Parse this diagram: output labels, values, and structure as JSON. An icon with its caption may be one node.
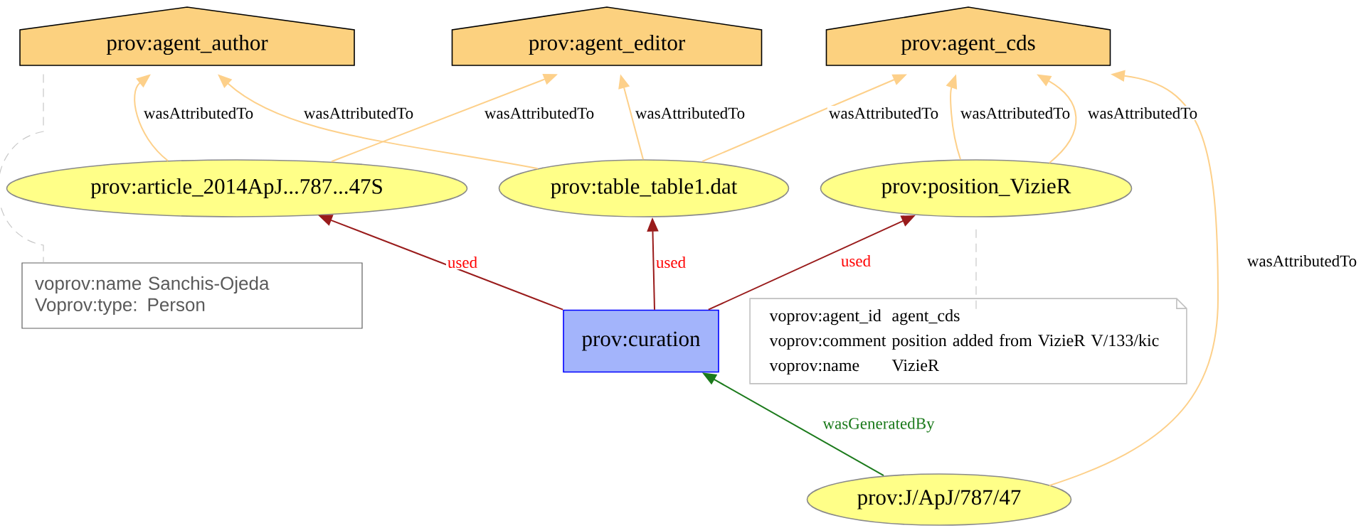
{
  "diagram": {
    "nodes": [
      {
        "text": [
          "prov:agent_author"
        ]
      },
      {
        "text": [
          "prov:agent_editor"
        ]
      },
      {
        "text": [
          "prov:agent_cds"
        ]
      },
      {
        "text": [
          "prov:article_2014ApJ...787...47S"
        ]
      },
      {
        "text": [
          "prov:table_table1.dat"
        ]
      },
      {
        "text": [
          "prov:position_VizieR"
        ]
      },
      {
        "text": [
          "prov:curation"
        ]
      },
      {
        "text": [
          "voprov:name Sanchis-Ojeda",
          "Voprov:type: Person"
        ]
      },
      {
        "text": [
          "voprov:agent_id",
          "agent_cds",
          "voprov:comment",
          "position added from VizieR V/133/kic",
          "voprov:name",
          "VizieR"
        ]
      },
      {
        "text": [
          "prov:J/ApJ/787/47"
        ]
      }
    ],
    "edges": [
      {
        "from": 3,
        "to": 0,
        "arrow": "to",
        "label": "wasAttributedTo"
      },
      {
        "from": 4,
        "to": 0,
        "arrow": "to",
        "label": "wasAttributedTo"
      },
      {
        "from": 3,
        "to": 1,
        "arrow": "to",
        "label": "wasAttributedTo"
      },
      {
        "from": 4,
        "to": 1,
        "arrow": "to",
        "label": "wasAttributedTo"
      },
      {
        "from": 4,
        "to": 2,
        "arrow": "to",
        "label": "wasAttributedTo"
      },
      {
        "from": 5,
        "to": 2,
        "arrow": "to",
        "label": "wasAttributedTo"
      },
      {
        "from": 5,
        "to": 2,
        "arrow": "to",
        "label": "wasAttributedTo"
      },
      {
        "from": 9,
        "to": 2,
        "arrow": "to",
        "label": "wasAttributedTo"
      },
      {
        "from": 6,
        "to": 3,
        "arrow": "to",
        "label": "used",
        "color": "#991b1b"
      },
      {
        "from": 6,
        "to": 4,
        "arrow": "to",
        "label": "used",
        "color": "#991b1b"
      },
      {
        "from": 6,
        "to": 5,
        "arrow": "to",
        "label": "used",
        "color": "#991b1b"
      },
      {
        "from": 9,
        "to": 6,
        "arrow": "to",
        "label": "wasGeneratedBy",
        "color": "#1b7a1b"
      },
      {
        "from": 0,
        "to": 7,
        "arrow": "none",
        "style": "dashed",
        "color": "#c8c8c8"
      },
      {
        "from": 5,
        "to": 8,
        "arrow": "none",
        "style": "dashed",
        "color": "#c8c8c8"
      }
    ]
  }
}
